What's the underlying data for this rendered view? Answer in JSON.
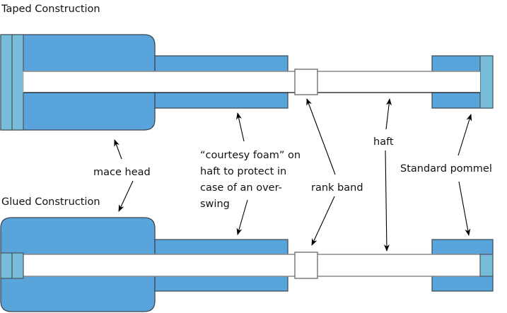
{
  "titles": {
    "taped": "Taped Construction",
    "glued": "Glued Construction"
  },
  "labels": {
    "mace_head": "mace head",
    "foam": [
      "“courtesy foam” on",
      "haft to protect in",
      "case of an over-",
      "swing"
    ],
    "rank_band": "rank band",
    "haft": "haft",
    "pommel": "Standard pommel"
  },
  "colors": {
    "foam_blue": "#59a5db",
    "cap_blue": "#77bcd9",
    "outline": "#3b4652",
    "haft_fill": "#ffffff",
    "text": "#111111"
  }
}
